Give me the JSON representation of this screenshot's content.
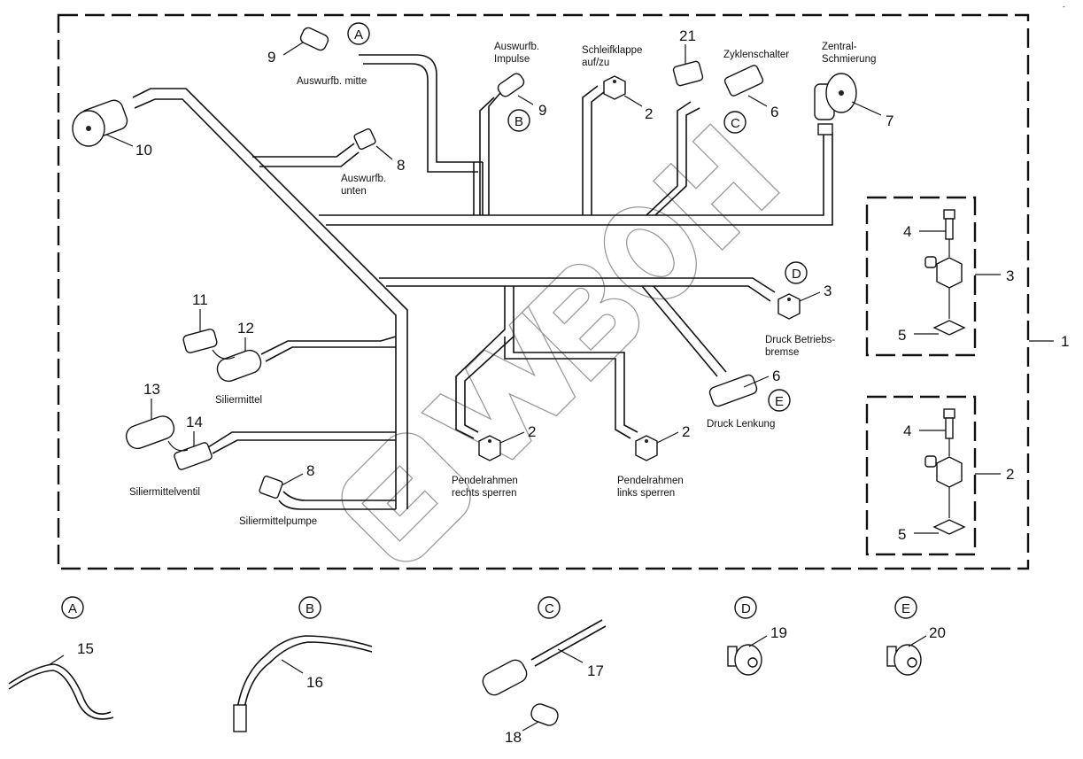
{
  "title": "Kabelbaum / wiring harness exploded view",
  "corner_mark": "-",
  "watermark": "EMBOH",
  "assembly_ref": "1",
  "harness_connectors": [
    {
      "id": "c10",
      "ref": "10",
      "label": ""
    },
    {
      "id": "c9a",
      "ref": "9",
      "label": "Auswurfb. mitte",
      "detail": "A"
    },
    {
      "id": "c8a",
      "ref": "8",
      "label_l1": "Auswurfb.",
      "label_l2": "unten"
    },
    {
      "id": "c9b",
      "ref": "9",
      "label_l1": "Auswurfb.",
      "label_l2": "Impulse",
      "detail": "B"
    },
    {
      "id": "c2a",
      "ref": "2",
      "label_l1": "Schleifklappe",
      "label_l2": "auf/zu"
    },
    {
      "id": "c21",
      "ref": "21",
      "label": ""
    },
    {
      "id": "c6a",
      "ref": "6",
      "label": "Zyklenschalter",
      "detail": "C"
    },
    {
      "id": "c7",
      "ref": "7",
      "label_l1": "Zentral-",
      "label_l2": "Schmierung"
    },
    {
      "id": "c3",
      "ref": "3",
      "label_l1": "Druck Betriebs-",
      "label_l2": "bremse",
      "detail": "D"
    },
    {
      "id": "c6b",
      "ref": "6",
      "label": "Druck Lenkung",
      "detail": "E"
    },
    {
      "id": "c2b",
      "ref": "2",
      "label_l1": "Pendelrahmen",
      "label_l2": "rechts sperren"
    },
    {
      "id": "c2c",
      "ref": "2",
      "label_l1": "Pendelrahmen",
      "label_l2": "links sperren"
    },
    {
      "id": "c11",
      "ref": "11",
      "label": ""
    },
    {
      "id": "c12",
      "ref": "12",
      "label": "Siliermittel"
    },
    {
      "id": "c13",
      "ref": "13",
      "label": ""
    },
    {
      "id": "c14",
      "ref": "14",
      "label": "Siliermittelventil"
    },
    {
      "id": "c8b",
      "ref": "8",
      "label": "Siliermittelpumpe"
    }
  ],
  "kits": [
    {
      "ref": "3",
      "bolt_ref": "4",
      "seal_ref": "5"
    },
    {
      "ref": "2",
      "bolt_ref": "4",
      "seal_ref": "5"
    }
  ],
  "details": [
    {
      "letter": "A",
      "ref": "15"
    },
    {
      "letter": "B",
      "ref": "16"
    },
    {
      "letter": "C",
      "ref": "17",
      "extra_ref": "18"
    },
    {
      "letter": "D",
      "ref": "19"
    },
    {
      "letter": "E",
      "ref": "20"
    }
  ]
}
